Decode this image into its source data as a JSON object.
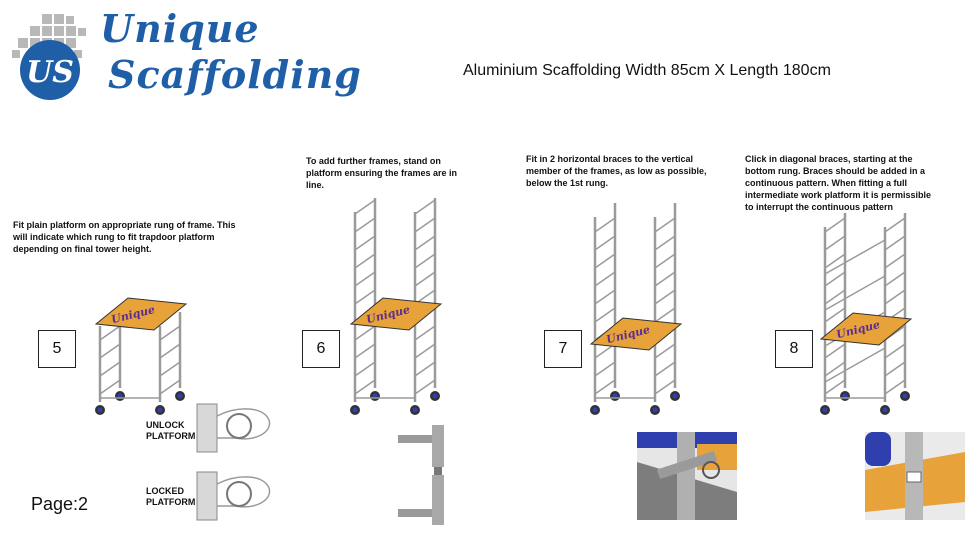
{
  "logo": {
    "line1": "Unique",
    "line2": "Scaffolding"
  },
  "title": "Aluminium Scaffolding  Width 85cm X Length 180cm",
  "platform_logo": "Unique",
  "steps": [
    {
      "number": "5",
      "text": "Fit plain platform on appropriate rung of frame. This will indicate which rung to fit trapdoor platform depending on final tower height."
    },
    {
      "number": "6",
      "text": "To add further frames, stand on platform ensuring the frames are in line."
    },
    {
      "number": "7",
      "text": "Fit in 2 horizontal braces to the vertical member of the frames, as low as possible, below the 1st rung."
    },
    {
      "number": "8",
      "text": "Click in diagonal braces, starting at the bottom rung. Braces should be added in a continuous pattern. When fitting a full intermediate work platform it is permissible to interrupt the continuous pattern"
    }
  ],
  "unlock_label": "UNLOCK PLATFORM",
  "locked_label": "LOCKED PLATFORM",
  "page_label": "Page:2",
  "colors": {
    "brand_blue": "#1f5fa8",
    "platform_orange": "#e8a23a",
    "frame_grey": "#9a9a9a"
  }
}
